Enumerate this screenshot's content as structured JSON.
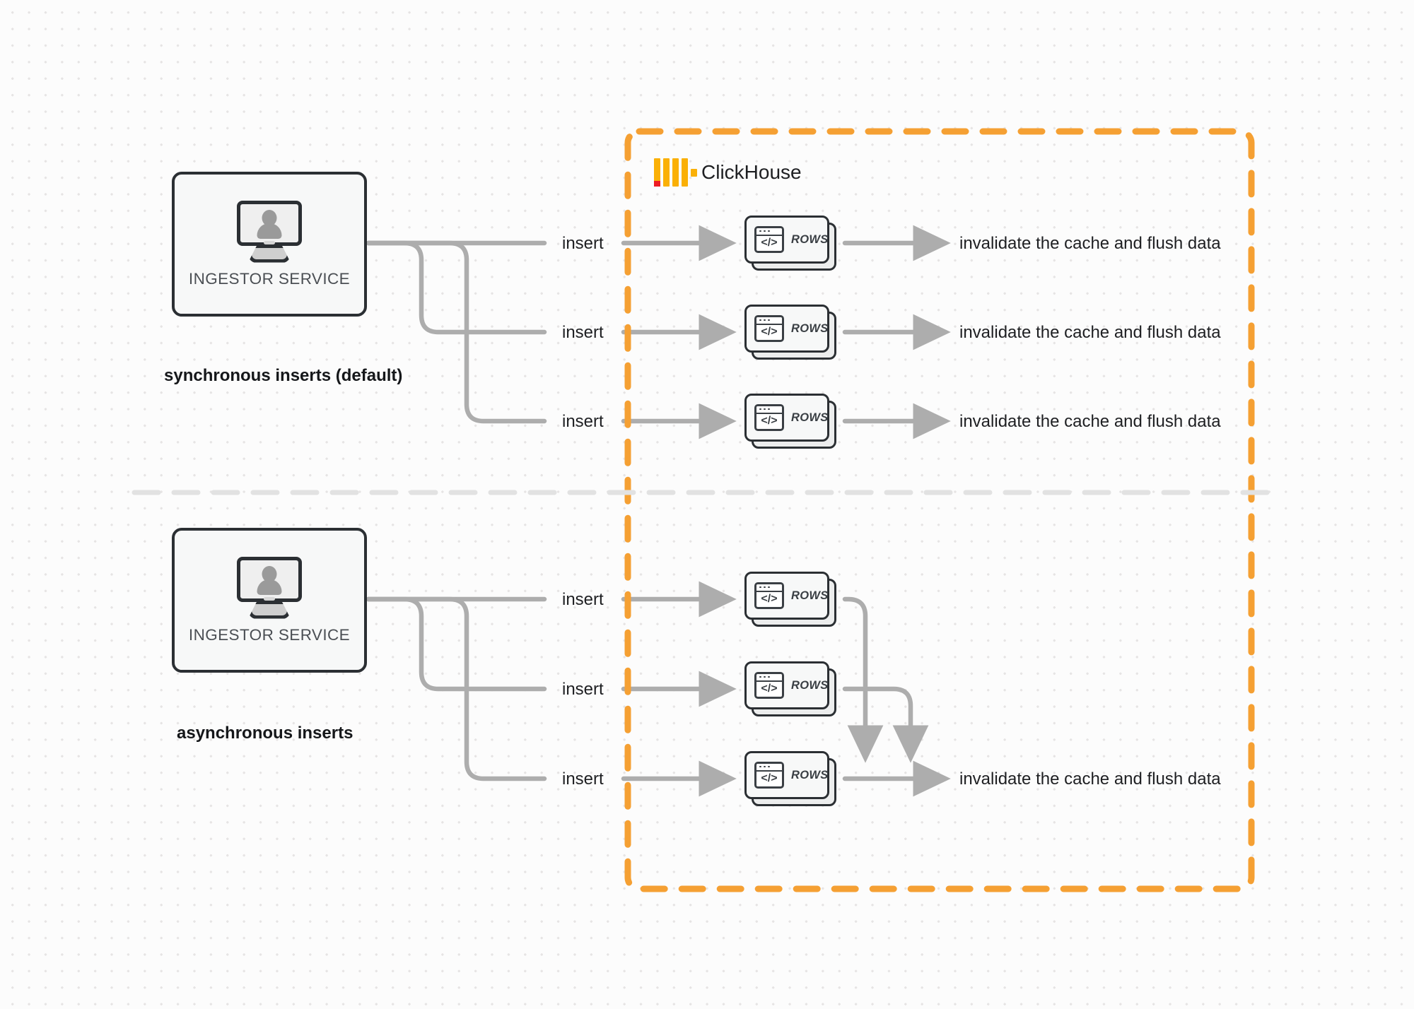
{
  "diagram": {
    "title": "ClickHouse synchronous vs asynchronous inserts",
    "colors": {
      "boundary_orange": "#F5A033",
      "logo_yellow": "#FAB006",
      "logo_red": "#ED1C24",
      "connector_gray": "#ADADAD",
      "node_border": "#2B2F33",
      "background": "#FCFCFC"
    }
  },
  "boundary": {
    "label": "ClickHouse",
    "logo_name": "clickhouse-logo"
  },
  "sections": [
    {
      "id": "synchronous",
      "caption": "synchronous inserts (default)",
      "source": {
        "label": "INGESTOR SERVICE",
        "icon": "monitor-user-icon"
      },
      "flows": [
        {
          "insert_label": "insert",
          "node_label": "ROWS",
          "node_icon": "code-window-icon",
          "result_label": "invalidate the cache and flush data"
        },
        {
          "insert_label": "insert",
          "node_label": "ROWS",
          "node_icon": "code-window-icon",
          "result_label": "invalidate the cache and flush data"
        },
        {
          "insert_label": "insert",
          "node_label": "ROWS",
          "node_icon": "code-window-icon",
          "result_label": "invalidate the cache and flush data"
        }
      ]
    },
    {
      "id": "asynchronous",
      "caption": "asynchronous inserts",
      "source": {
        "label": "INGESTOR SERVICE",
        "icon": "monitor-user-icon"
      },
      "flows": [
        {
          "insert_label": "insert",
          "node_label": "ROWS",
          "node_icon": "code-window-icon",
          "result_label": ""
        },
        {
          "insert_label": "insert",
          "node_label": "ROWS",
          "node_icon": "code-window-icon",
          "result_label": ""
        },
        {
          "insert_label": "insert",
          "node_label": "ROWS",
          "node_icon": "code-window-icon",
          "result_label": "invalidate the cache and flush data"
        }
      ]
    }
  ]
}
